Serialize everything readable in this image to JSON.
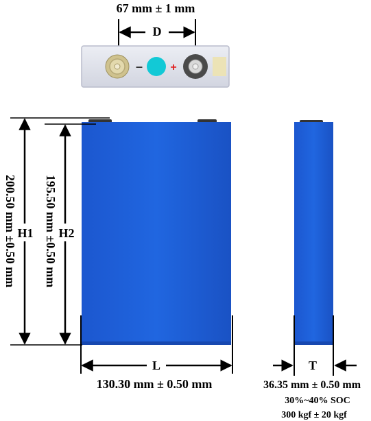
{
  "colors": {
    "cell_blue": "#1e5fd8",
    "cell_blue_dark": "#1748b0",
    "top_plate": "#dfe1ea",
    "vent": "#12c9d6",
    "terminal_neg": "#cfc28e",
    "terminal_pos": "#4a4a4a",
    "minus_sign": "#333333",
    "plus_sign": "#e02020",
    "barcode_patch": "#ece3b6"
  },
  "labels": {
    "d_value": "67 mm ± 1 mm",
    "d_letter": "D",
    "h1_letter": "H1",
    "h1_value": "200.50 mm ±0.50 mm",
    "h2_letter": "H2",
    "h2_value": "195.50 mm ±0.50 mm",
    "l_letter": "L",
    "l_value": "130.30 mm ± 0.50 mm",
    "t_letter": "T",
    "t_value": "36.35 mm ± 0.50 mm",
    "soc": "30%~40% SOC",
    "force": "300 kgf ± 20 kgf"
  },
  "signs": {
    "minus": "–",
    "plus": "+"
  },
  "icons": {
    "negative_terminal": "terminal-negative-icon",
    "positive_terminal": "terminal-positive-icon",
    "vent": "safety-vent-icon"
  }
}
